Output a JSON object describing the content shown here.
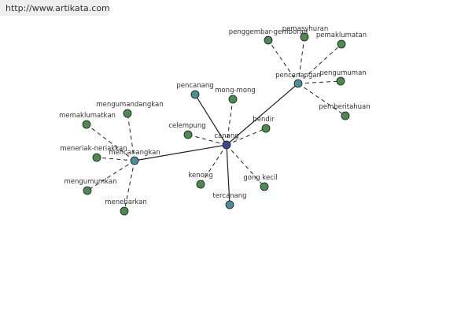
{
  "header": {
    "site_url": "http://www.artikata.com"
  },
  "colors": {
    "center": "#3b4a8c",
    "hub": "#4a8f98",
    "leaf": "#4d8a4d",
    "edge": "#222222",
    "node_stroke": "#1a1a1a"
  },
  "graph": {
    "nodes": [
      {
        "id": "canang",
        "label": "canang",
        "kind": "center"
      },
      {
        "id": "pencanangan",
        "label": "pencanangan",
        "kind": "hub"
      },
      {
        "id": "mencanangkan",
        "label": "mencanangkan",
        "kind": "hub"
      },
      {
        "id": "pencanang",
        "label": "pencanang",
        "kind": "hub"
      },
      {
        "id": "tercanang",
        "label": "tercanang",
        "kind": "hub"
      },
      {
        "id": "mong-mong",
        "label": "mong-mong",
        "kind": "leaf"
      },
      {
        "id": "bendir",
        "label": "bendir",
        "kind": "leaf"
      },
      {
        "id": "celempung",
        "label": "celempung",
        "kind": "leaf"
      },
      {
        "id": "kenong",
        "label": "kenong",
        "kind": "leaf"
      },
      {
        "id": "gong-kecil",
        "label": "gong kecil",
        "kind": "leaf"
      },
      {
        "id": "penggembar-gemboran",
        "label": "penggembar-gemboran",
        "kind": "leaf"
      },
      {
        "id": "pemasyhuran",
        "label": "pemasyhuran",
        "kind": "leaf"
      },
      {
        "id": "pemaklumatan",
        "label": "pemaklumatan",
        "kind": "leaf"
      },
      {
        "id": "pengumuman",
        "label": "pengumuman",
        "kind": "leaf"
      },
      {
        "id": "pemberitahuan",
        "label": "pemberitahuan",
        "kind": "leaf"
      },
      {
        "id": "mengumandangkan",
        "label": "mengumandangkan",
        "kind": "leaf"
      },
      {
        "id": "memaklumatkan",
        "label": "memaklumatkan",
        "kind": "leaf"
      },
      {
        "id": "meneriak-neriakkan",
        "label": "meneriak-neriakkan",
        "kind": "leaf"
      },
      {
        "id": "mengumumkan",
        "label": "mengumumkan",
        "kind": "leaf"
      },
      {
        "id": "menebarkan",
        "label": "menebarkan",
        "kind": "leaf"
      }
    ],
    "edges": [
      {
        "from": "canang",
        "to": "pencanangan",
        "style": "solid"
      },
      {
        "from": "canang",
        "to": "mencanangkan",
        "style": "solid"
      },
      {
        "from": "canang",
        "to": "pencanang",
        "style": "solid"
      },
      {
        "from": "canang",
        "to": "tercanang",
        "style": "solid"
      },
      {
        "from": "canang",
        "to": "mong-mong",
        "style": "dashed"
      },
      {
        "from": "canang",
        "to": "bendir",
        "style": "dashed"
      },
      {
        "from": "canang",
        "to": "celempung",
        "style": "dashed"
      },
      {
        "from": "canang",
        "to": "kenong",
        "style": "dashed"
      },
      {
        "from": "canang",
        "to": "gong-kecil",
        "style": "dashed"
      },
      {
        "from": "pencanangan",
        "to": "penggembar-gemboran",
        "style": "dashed"
      },
      {
        "from": "pencanangan",
        "to": "pemasyhuran",
        "style": "dashed"
      },
      {
        "from": "pencanangan",
        "to": "pemaklumatan",
        "style": "dashed"
      },
      {
        "from": "pencanangan",
        "to": "pengumuman",
        "style": "dashed"
      },
      {
        "from": "pencanangan",
        "to": "pemberitahuan",
        "style": "dashed"
      },
      {
        "from": "mencanangkan",
        "to": "mengumandangkan",
        "style": "dashed"
      },
      {
        "from": "mencanangkan",
        "to": "memaklumatkan",
        "style": "dashed"
      },
      {
        "from": "mencanangkan",
        "to": "meneriak-neriakkan",
        "style": "dashed"
      },
      {
        "from": "mencanangkan",
        "to": "mengumumkan",
        "style": "dashed"
      },
      {
        "from": "mencanangkan",
        "to": "menebarkan",
        "style": "dashed"
      }
    ]
  }
}
